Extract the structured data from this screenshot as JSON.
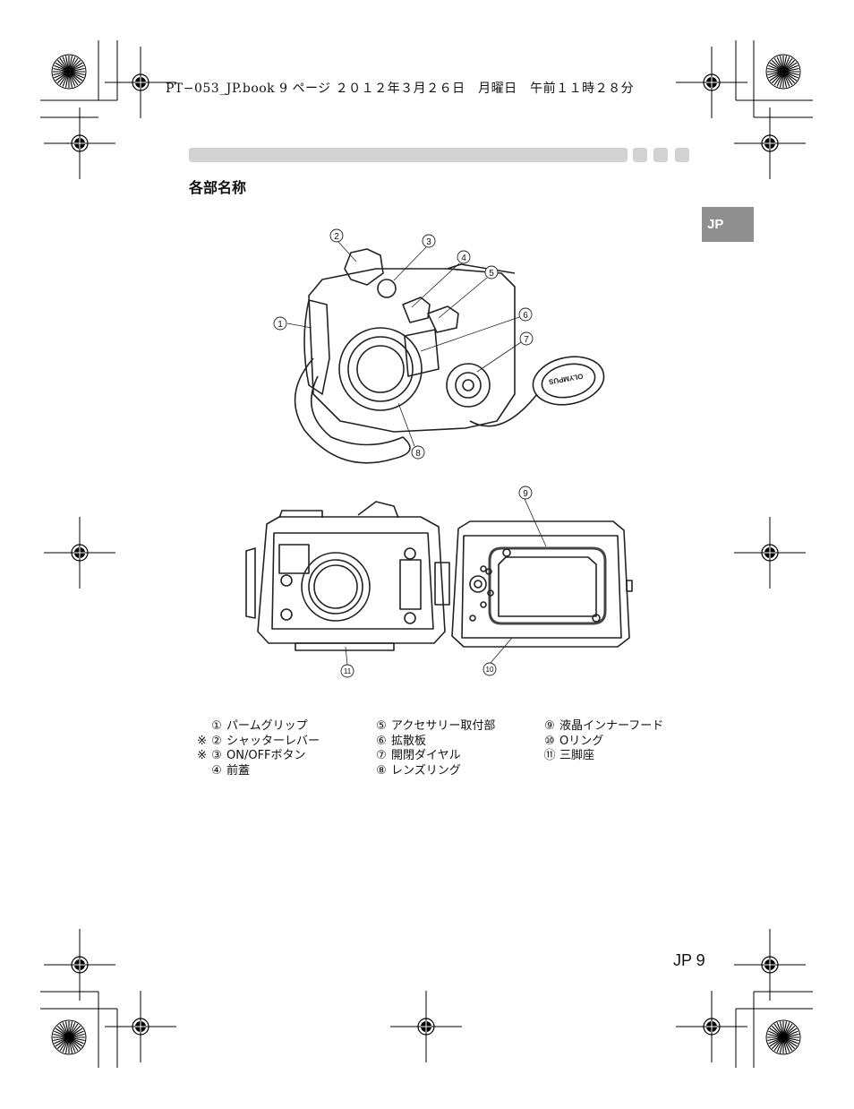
{
  "header": {
    "book_line": "PT−053_JP.book  9 ページ  ２０１２年３月２６日　月曜日　午前１１時２８分"
  },
  "section": {
    "title": "各部名称",
    "language_tab": "JP"
  },
  "figure1_callouts": [
    "1",
    "2",
    "3",
    "4",
    "5",
    "6",
    "7",
    "8"
  ],
  "figure2_callouts": [
    "9",
    "10",
    "11"
  ],
  "legend": {
    "col1": [
      {
        "mark": "",
        "num": "①",
        "label": "パームグリップ"
      },
      {
        "mark": "※",
        "num": "②",
        "label": "シャッターレバー"
      },
      {
        "mark": "※",
        "num": "③",
        "label": "ON/OFFボタン"
      },
      {
        "mark": "",
        "num": "④",
        "label": "前蓋"
      }
    ],
    "col2": [
      {
        "num": "⑤",
        "label": "アクセサリー取付部"
      },
      {
        "num": "⑥",
        "label": "拡散板"
      },
      {
        "num": "⑦",
        "label": "開閉ダイヤル"
      },
      {
        "num": "⑧",
        "label": "レンズリング"
      }
    ],
    "col3": [
      {
        "num": "⑨",
        "label": "液晶インナーフード"
      },
      {
        "num": "⑩",
        "label": "Oリング"
      },
      {
        "num": "⑪",
        "label": "三脚座"
      }
    ]
  },
  "cap_brand": "OLYMPUS",
  "footer": {
    "page_number": "JP 9"
  },
  "colors": {
    "bar_gray": "#d2d2d2",
    "tab_gray": "#8f8f8f"
  }
}
